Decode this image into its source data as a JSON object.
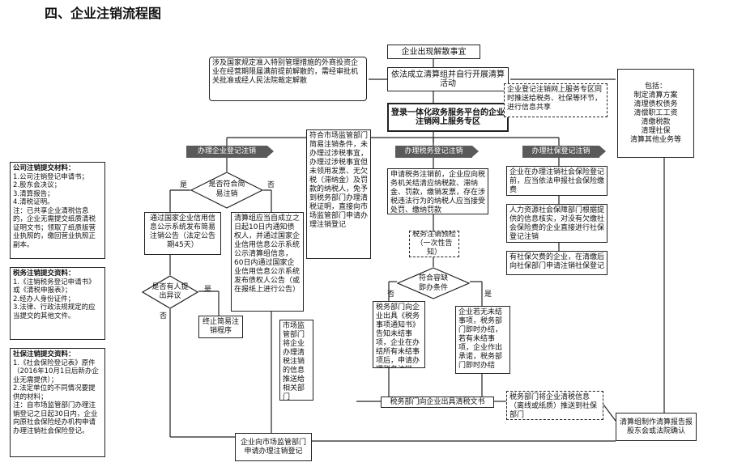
{
  "title": "四、企业注销流程图",
  "center_flow": {
    "event": "企业出现解散事宜",
    "liquidation_team": "依法成立清算组并自行开展清算活动",
    "approval_note": "涉及国家规定准入特别管理措施的外商投资企业在经营期限届满前提前解散的，需经审批机关批准或经人民法院裁定解散",
    "platform": "登录一体化政务服务平台的企业注销网上服务专区",
    "publicity_note": "企业登记注销网上服务专区同时推送给税务、社保等环节，进行信息共享"
  },
  "banners": {
    "market": "办理企业登记注销",
    "tax": "办理税务登记注销",
    "social": "办理社保登记注销"
  },
  "market_branch": {
    "decision_simple": "是否符合简易注销",
    "yes": "是",
    "no": "否",
    "simple_publicity": "通过国家企业信用信息公示系统发布简易注销公告（法定公告期45天）",
    "general_publicity": "清算组应当自成立之日起10日内通知债权人，并通过国家企业信用信息公示系统公示清算组信息，60日内通过国家企业信用信息公示系统发布债权人公告（或在报纸上进行公告）",
    "decision_objection": "是否有人提出异议",
    "objection_yes": "是",
    "objection_no": "否",
    "terminate": "终止简易注销程序",
    "info_sharing": "市场监管部门将企业办理清税注销的信息推送给相关部门"
  },
  "tax_branch": {
    "note": "符合市场监管部门简易注销条件，未办理过涉税事宜，办理过涉税事宜但未领用发票、无欠税（滞纳金）及罚款的纳税人，免予到税务部门办理清税证明，直接向市场监管部门申请办理注销登记",
    "apply": "申请税务注销前，企业应向税务机关结清应纳税款、滞纳金、罚款，缴销发票，存在涉税违法行为的纳税人应当接受处罚、缴纳罚款",
    "precheck": "税务注销预检（一次性告知）",
    "decision": "符合容缺即办条件",
    "no": "否",
    "yes": "是",
    "no_result": "税务部门向企业出具《税务事项通知书》告知未结事项，企业在办结所有未结事项后，申请办理税务注销",
    "yes_result": "企业若无未结事项，税务部门即时办结，若有未结事项，企业作出承诺，税务部门即时办结",
    "clearance": "税务部门向企业出具清税文书"
  },
  "social_branch": {
    "step1": "企业在办理注销社会保险登记前，应当依法申报社会保险缴费",
    "step2": "人力资源社会保障部门根据提供的信息核实，对没有欠缴社会保险费的企业直接进行社保登记注销",
    "step3": "有社保欠费的企业，在清缴后向社保部门申请注销社保登记",
    "dept_notice": "税务部门将企业清税信息（离线或纸质）推送到社保部门"
  },
  "liquidation_content": {
    "header": "包括：",
    "items": [
      "制定清算方案",
      "清理债权债务",
      "清偿职工工资",
      "清缴税款",
      "清理社保",
      "清算其他业务等"
    ]
  },
  "final_steps": {
    "market_cancel": "企业向市场监管部门申请办理注销登记",
    "report": "清算组制作清算报告报股东会或法院确认"
  },
  "materials": {
    "company": {
      "title": "公司注销提交材料：",
      "lines": [
        "1.公司注销登记申请书；",
        "2.股东会决议；",
        "3.清算报告；",
        "4.清税证明。",
        "注：已共享企业清税信息的，企业无需提交纸质清税证明文书；领取了纸质版营业执照的，缴回营业执照正副本。"
      ]
    },
    "tax": {
      "title": "税务注销提交资料：",
      "lines": [
        "1.《注销税务登记申请书》或《清税申报表》；",
        "2.经办人身份证件；",
        "3.法律、行政法规规定的应当提交的其他文件。"
      ]
    },
    "social": {
      "title": "社保注销提交资料：",
      "lines": [
        "1.《社会保险登记表》原件（2016年10月1日后新办企业无需提供）；",
        "2.法定单位的不同情况要提供的材料；",
        "注：自市场监管部门办理注销登记之日起30日内，企业向原社会保险经办机构申请办理注销社会保险登记。"
      ]
    }
  }
}
